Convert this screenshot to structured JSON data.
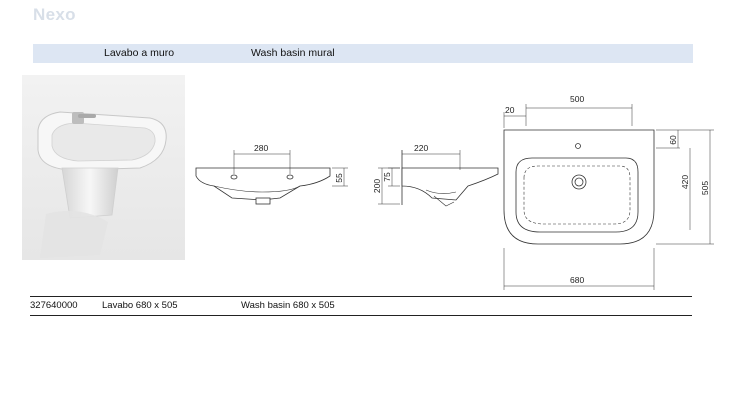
{
  "header": {
    "brand": "Nexo",
    "label_es": "Lavabo a muro",
    "label_en": "Wash basin mural"
  },
  "dimensions": {
    "front_width": "280",
    "front_height": "55",
    "side_depth": "220",
    "side_height_small": "75",
    "side_height": "200",
    "top_offset": "20",
    "top_inner_width": "500",
    "top_tap_offset": "60",
    "top_inner_depth": "420",
    "top_depth": "505",
    "top_width": "680"
  },
  "product": {
    "code": "327640000",
    "desc_es": "Lavabo 680 x 505",
    "desc_en": "Wash basin 680 x 505"
  },
  "colors": {
    "band": "#dde6f3",
    "brand": "#d8dfe8"
  }
}
